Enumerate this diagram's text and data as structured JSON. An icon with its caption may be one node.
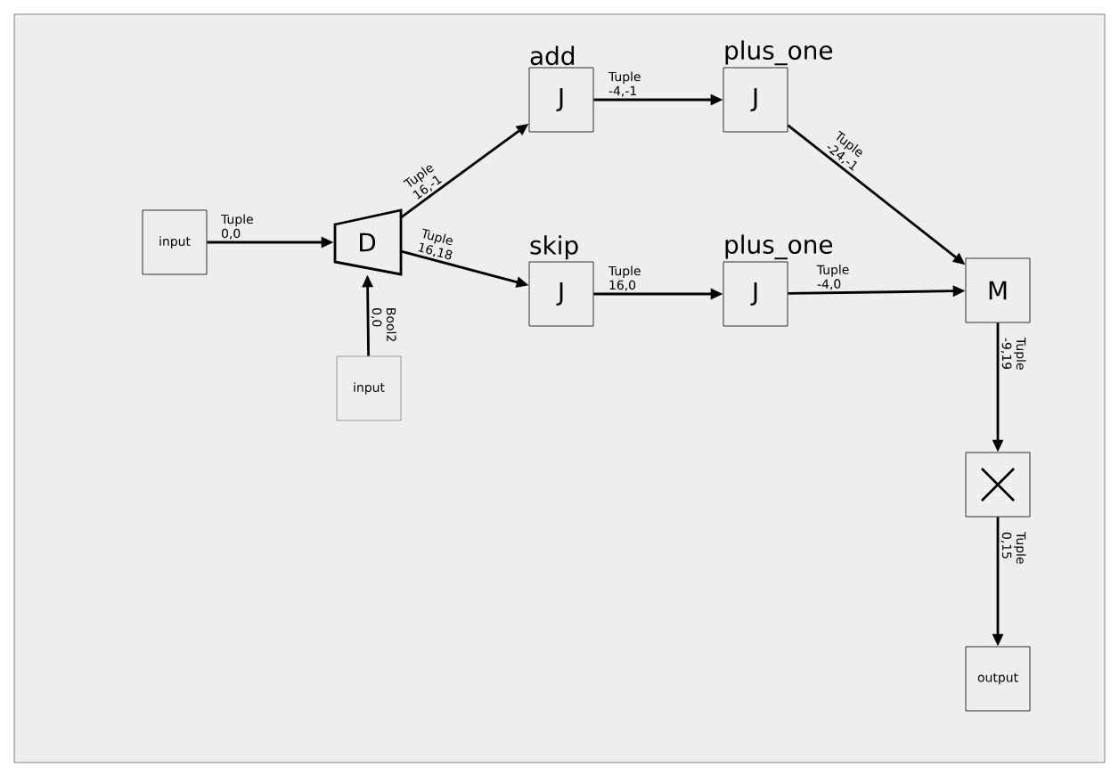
{
  "diagram": {
    "nodes": [
      {
        "text": [
          "input"
        ]
      },
      {
        "text": [
          "input"
        ]
      },
      {
        "text": [
          "D"
        ]
      },
      {
        "text": [
          "add",
          "J"
        ]
      },
      {
        "text": [
          "skip",
          "J"
        ]
      },
      {
        "text": [
          "plus_one",
          "J"
        ]
      },
      {
        "text": [
          "plus_one",
          "J"
        ]
      },
      {
        "text": [
          "M"
        ]
      },
      {
        "text": [],
        "shape": "box"
      },
      {
        "text": [
          "output"
        ]
      }
    ],
    "edges": [
      {
        "from": 0,
        "to": 2,
        "arrow": "to",
        "label": "Tuple 0,0"
      },
      {
        "from": 1,
        "to": 2,
        "arrow": "to",
        "label": "Bool2 0,0"
      },
      {
        "from": 2,
        "to": 3,
        "arrow": "to",
        "label": "Tuple 16,-1"
      },
      {
        "from": 2,
        "to": 4,
        "arrow": "to",
        "label": "Tuple 16,18"
      },
      {
        "from": 3,
        "to": 5,
        "arrow": "to",
        "label": "Tuple -4,-1"
      },
      {
        "from": 4,
        "to": 6,
        "arrow": "to",
        "label": "Tuple 16,0"
      },
      {
        "from": 5,
        "to": 7,
        "arrow": "to",
        "label": "Tuple -24,-1"
      },
      {
        "from": 6,
        "to": 7,
        "arrow": "to",
        "label": "Tuple -4,0"
      },
      {
        "from": 7,
        "to": 8,
        "arrow": "to",
        "label": "Tuple -9,19"
      },
      {
        "from": 8,
        "to": 9,
        "arrow": "to",
        "label": "Tuple 0,15"
      }
    ]
  }
}
